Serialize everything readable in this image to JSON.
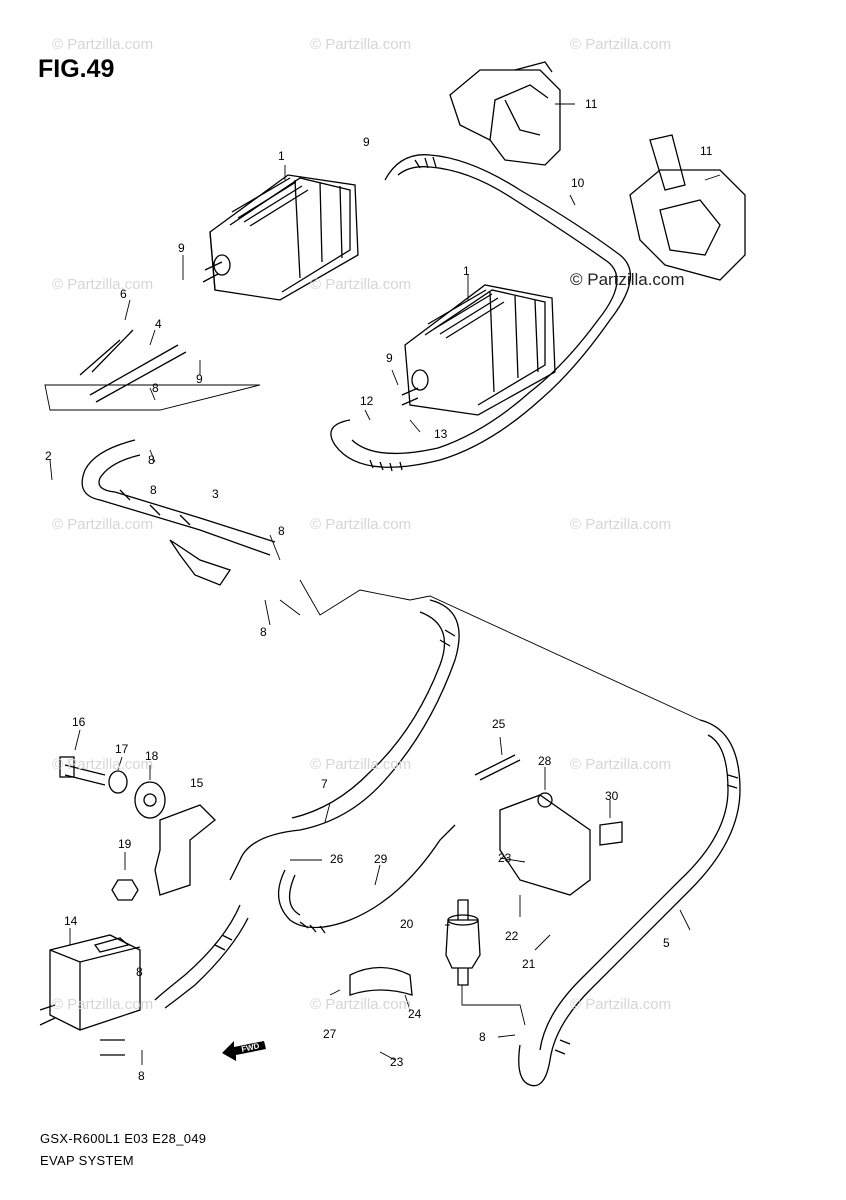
{
  "figure": {
    "title": "FIG.49",
    "model_code": "GSX-R600L1 E03 E28_049",
    "section_name": "EVAP SYSTEM"
  },
  "watermark": {
    "text": "© Partzilla.com",
    "repeat": 14,
    "color": "#d6d6d6"
  },
  "watermark_main": "© Partzilla.com",
  "forward_arrow_label": "FWD",
  "callouts": [
    "11",
    "11",
    "9",
    "1",
    "10",
    "9",
    "6",
    "4",
    "1",
    "9",
    "9",
    "8",
    "12",
    "13",
    "8",
    "2",
    "8",
    "3",
    "8",
    "8",
    "16",
    "17",
    "18",
    "15",
    "25",
    "28",
    "30",
    "19",
    "7",
    "26",
    "29",
    "23",
    "20",
    "22",
    "21",
    "5",
    "14",
    "8",
    "8",
    "24",
    "27",
    "23",
    "8"
  ],
  "colors": {
    "line": "#000000",
    "background": "#ffffff"
  }
}
